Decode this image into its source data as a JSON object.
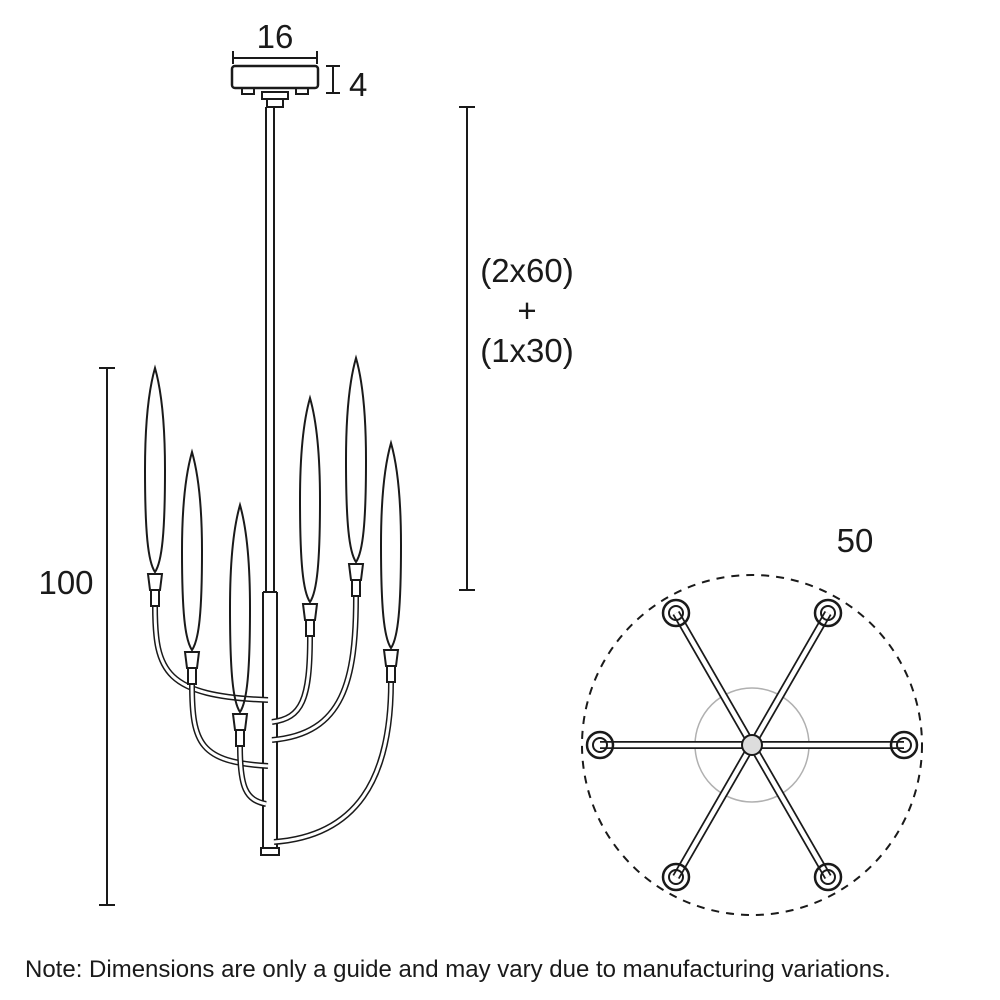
{
  "diagram": {
    "front_view": {
      "canopy_width": "16",
      "canopy_height": "4",
      "drop_rod_line1": "(2x60)",
      "drop_rod_line2": "+",
      "drop_rod_line3": "(1x30)",
      "overall_height": "100"
    },
    "top_view": {
      "diameter": "50"
    },
    "note": "Note: Dimensions are only a guide and may vary due to manufacturing variations.",
    "colors": {
      "line": "#1a1a1a",
      "background": "#ffffff"
    }
  }
}
